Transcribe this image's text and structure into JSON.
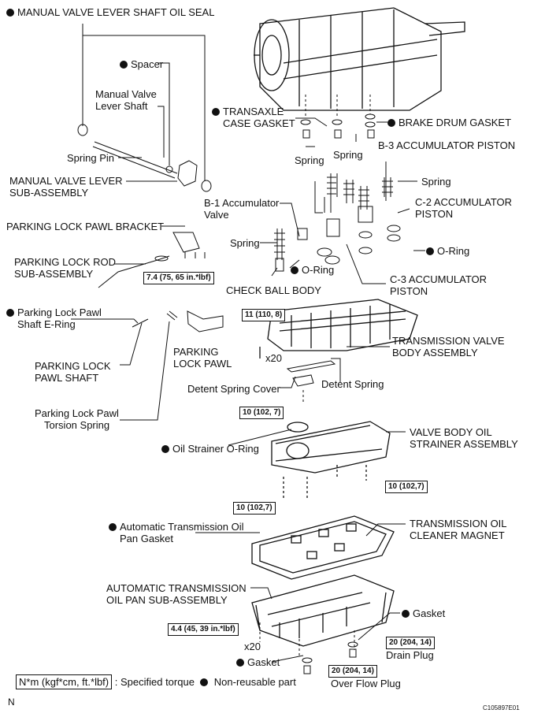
{
  "labels": {
    "manual_valve_lever_shaft_oil_seal": "MANUAL VALVE LEVER SHAFT OIL SEAL",
    "spacer": "Spacer",
    "manual_valve_lever_shaft_1": "Manual Valve",
    "manual_valve_lever_shaft_2": "Lever Shaft",
    "spring_pin": "Spring Pin",
    "manual_valve_lever_1": "MANUAL VALVE LEVER",
    "manual_valve_lever_2": "SUB-ASSEMBLY",
    "transaxle_case_gasket_1": "TRANSAXLE",
    "transaxle_case_gasket_2": "CASE GASKET",
    "brake_drum_gasket": "BRAKE DRUM GASKET",
    "b3_accumulator_piston": "B-3 ACCUMULATOR PISTON",
    "spring_a": "Spring",
    "spring_b": "Spring",
    "spring_c": "Spring",
    "spring_d": "Spring",
    "b1_accumulator_valve_1": "B-1 Accumulator",
    "b1_accumulator_valve_2": "Valve",
    "c2_accumulator_piston_1": "C-2 ACCUMULATOR",
    "c2_accumulator_piston_2": "PISTON",
    "parking_lock_pawl_bracket": "PARKING LOCK PAWL BRACKET",
    "parking_lock_rod_1": "PARKING LOCK ROD",
    "parking_lock_rod_2": "SUB-ASSEMBLY",
    "o_ring_a": "O-Ring",
    "o_ring_b": "O-Ring",
    "check_ball_body": "CHECK BALL BODY",
    "c3_accumulator_piston_1": "C-3 ACCUMULATOR",
    "c3_accumulator_piston_2": "PISTON",
    "parking_lock_pawl_shaft_e_ring_1": "Parking Lock Pawl",
    "parking_lock_pawl_shaft_e_ring_2": "Shaft E-Ring",
    "parking_lock_pawl_1": "PARKING",
    "parking_lock_pawl_2": "LOCK PAWL",
    "transmission_valve_body_1": "TRANSMISSION VALVE",
    "transmission_valve_body_2": "BODY ASSEMBLY",
    "x20_a": "x20",
    "x20_b": "x20",
    "parking_lock_pawl_shaft_1": "PARKING LOCK",
    "parking_lock_pawl_shaft_2": "PAWL SHAFT",
    "detent_spring_cover": "Detent Spring Cover",
    "detent_spring": "Detent Spring",
    "parking_lock_pawl_torsion_spring_1": "Parking Lock Pawl",
    "parking_lock_pawl_torsion_spring_2": "Torsion Spring",
    "oil_strainer_o_ring": "Oil Strainer O-Ring",
    "valve_body_oil_strainer_1": "VALVE BODY OIL",
    "valve_body_oil_strainer_2": "STRAINER ASSEMBLY",
    "at_oil_pan_gasket_1": "Automatic Transmission Oil",
    "at_oil_pan_gasket_2": "Pan Gasket",
    "transmission_oil_cleaner_magnet_1": "TRANSMISSION OIL",
    "transmission_oil_cleaner_magnet_2": "CLEANER MAGNET",
    "at_oil_pan_1": "AUTOMATIC TRANSMISSION",
    "at_oil_pan_2": "OIL PAN SUB-ASSEMBLY",
    "gasket_a": "Gasket",
    "gasket_b": "Gasket",
    "drain_plug": "Drain Plug",
    "over_flow_plug": "Over Flow Plug"
  },
  "torques": {
    "t1": "7.4 (75, 65 in.*lbf)",
    "t2": "11 (110, 8)",
    "t3": "10 (102, 7)",
    "t4": "10 (102,7)",
    "t5": "10 (102,7)",
    "t6": "4.4 (45, 39 in.*lbf)",
    "t7": "20 (204, 14)",
    "t8": "20 (204, 14)"
  },
  "legend": {
    "unit_box": "N*m (kgf*cm, ft.*lbf)",
    "unit_text": ": Specified torque",
    "nonreusable": "Non-reusable part"
  },
  "north_mark": "N",
  "figure_code": "C105897E01"
}
